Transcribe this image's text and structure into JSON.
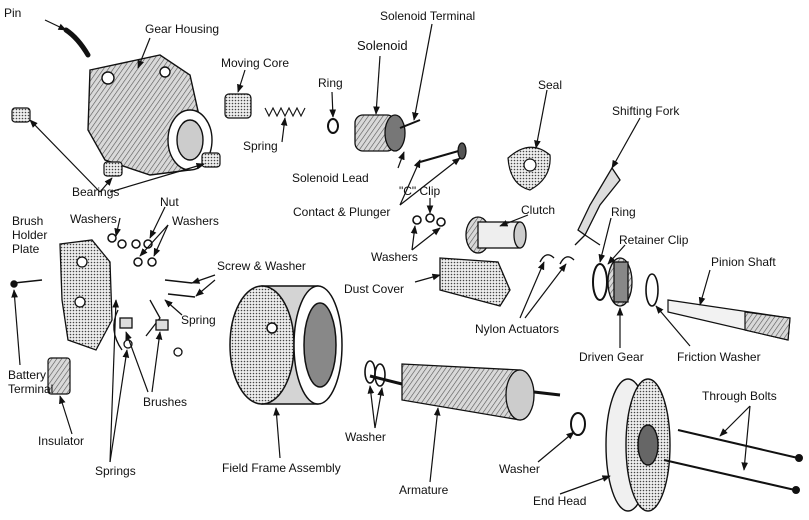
{
  "labels": {
    "pin": "Pin",
    "gear_housing": "Gear Housing",
    "moving_core": "Moving Core",
    "solenoid_terminal": "Solenoid Terminal",
    "solenoid": "Solenoid",
    "ring_top": "Ring",
    "seal": "Seal",
    "spring_top": "Spring",
    "shifting_fork": "Shifting Fork",
    "solenoid_lead": "Solenoid Lead",
    "bearings": "Bearings",
    "c_clip": "\"C\" Clip",
    "nut": "Nut",
    "washers_a": "Washers",
    "washers_b": "Washers",
    "brush_holder_plate": "Brush\nHolder\nPlate",
    "contact_plunger": "Contact & Plunger",
    "clutch": "Clutch",
    "ring_right": "Ring",
    "retainer_clip": "Retainer Clip",
    "washers_c": "Washers",
    "screw_washer": "Screw & Washer",
    "pinion_shaft": "Pinion Shaft",
    "dust_cover": "Dust Cover",
    "spring_mid": "Spring",
    "nylon_actuators": "Nylon Actuators",
    "driven_gear": "Driven Gear",
    "friction_washer": "Friction Washer",
    "battery_terminal": "Battery\nTerminal",
    "brushes": "Brushes",
    "through_bolts": "Through Bolts",
    "insulator": "Insulator",
    "washer_mid": "Washer",
    "springs": "Springs",
    "field_frame_assembly": "Field Frame Assembly",
    "washer_right": "Washer",
    "armature": "Armature",
    "end_head": "End Head"
  }
}
